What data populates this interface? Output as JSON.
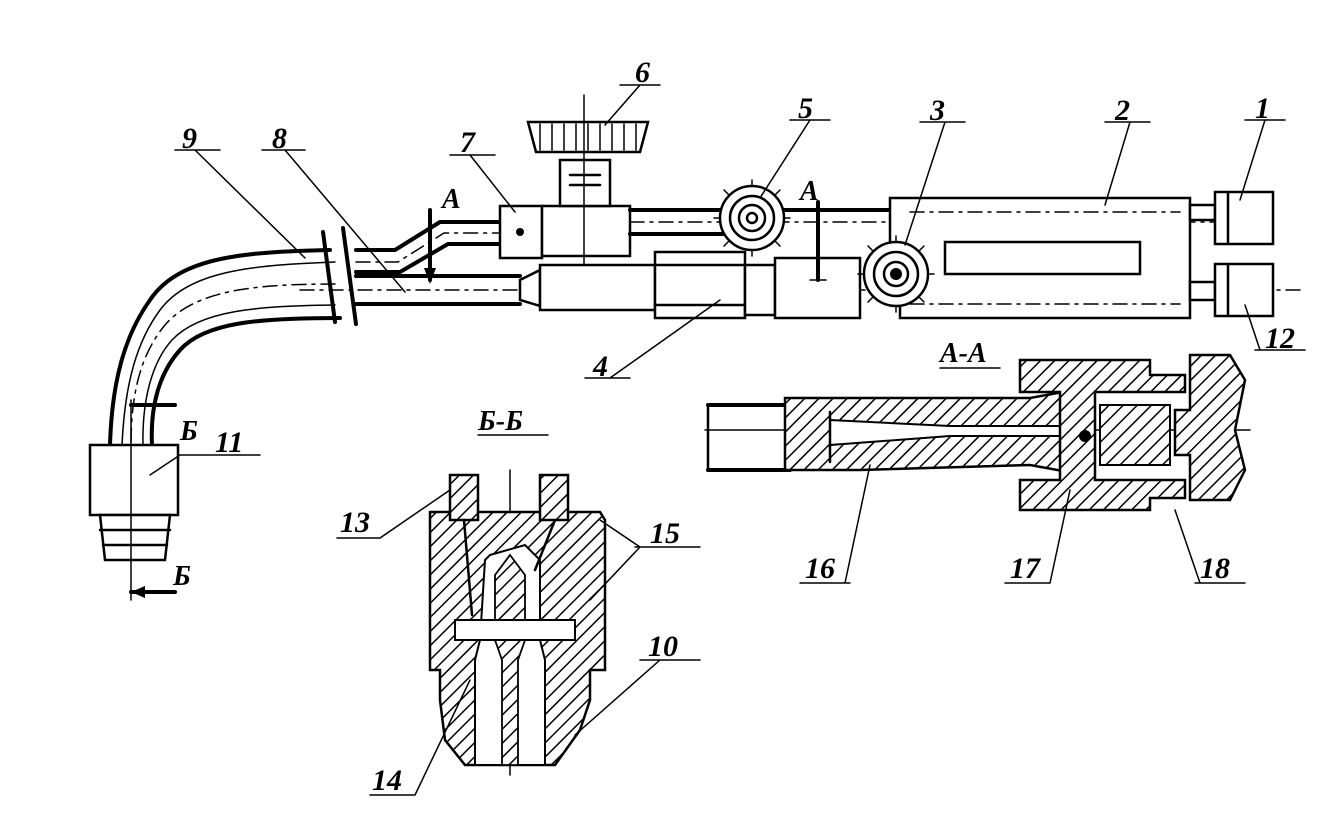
{
  "labels": {
    "l1": "1",
    "l2": "2",
    "l3": "3",
    "l4": "4",
    "l5": "5",
    "l6": "6",
    "l7": "7",
    "l8": "8",
    "l9": "9",
    "l10": "10",
    "l11": "11",
    "l12": "12",
    "l13": "13",
    "l14": "14",
    "l15": "15",
    "l16": "16",
    "l17": "17",
    "l18": "18"
  },
  "sections": {
    "aa_title": "А-А",
    "bb_title": "Б-Б",
    "a_mark_left": "А",
    "a_mark_right": "А",
    "b_mark_top": "Б",
    "b_mark_bottom": "Б"
  }
}
